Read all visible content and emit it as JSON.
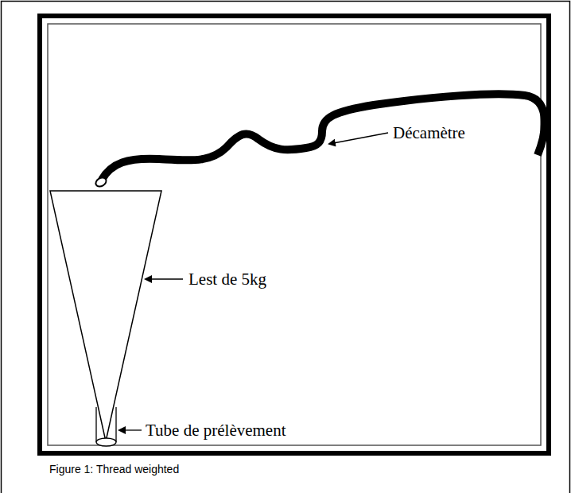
{
  "diagram": {
    "caption": "Figure 1: Thread weighted",
    "labels": [
      "Décamètre",
      "Lest de 5kg",
      "Tube de prélèvement"
    ]
  }
}
